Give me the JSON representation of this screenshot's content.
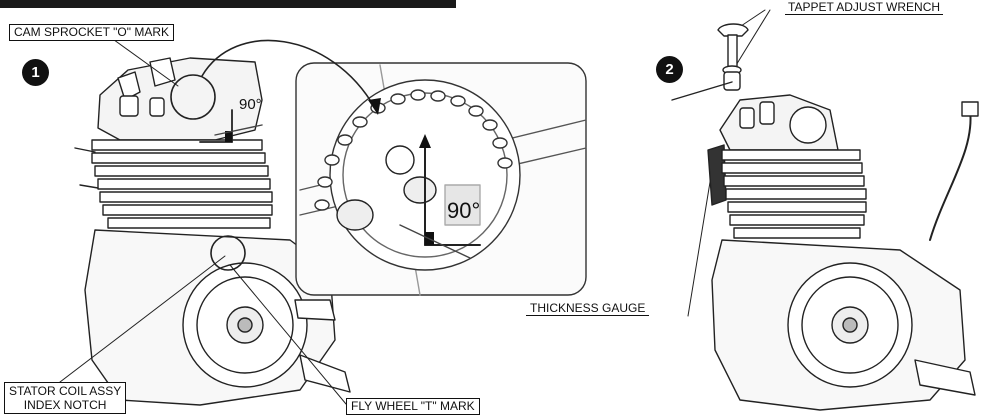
{
  "labels": {
    "cam_sprocket": "CAM SPROCKET \"O\" MARK",
    "tappet_wrench": "TAPPET ADJUST WRENCH",
    "thickness_gauge": "THICKNESS GAUGE",
    "stator_line1": "STATOR COIL ASSY",
    "stator_line2": "INDEX NOTCH",
    "flywheel": "FLY WHEEL \"T\" MARK"
  },
  "steps": {
    "one": "1",
    "two": "2"
  },
  "angles": {
    "small": "90°",
    "large": "90°"
  }
}
